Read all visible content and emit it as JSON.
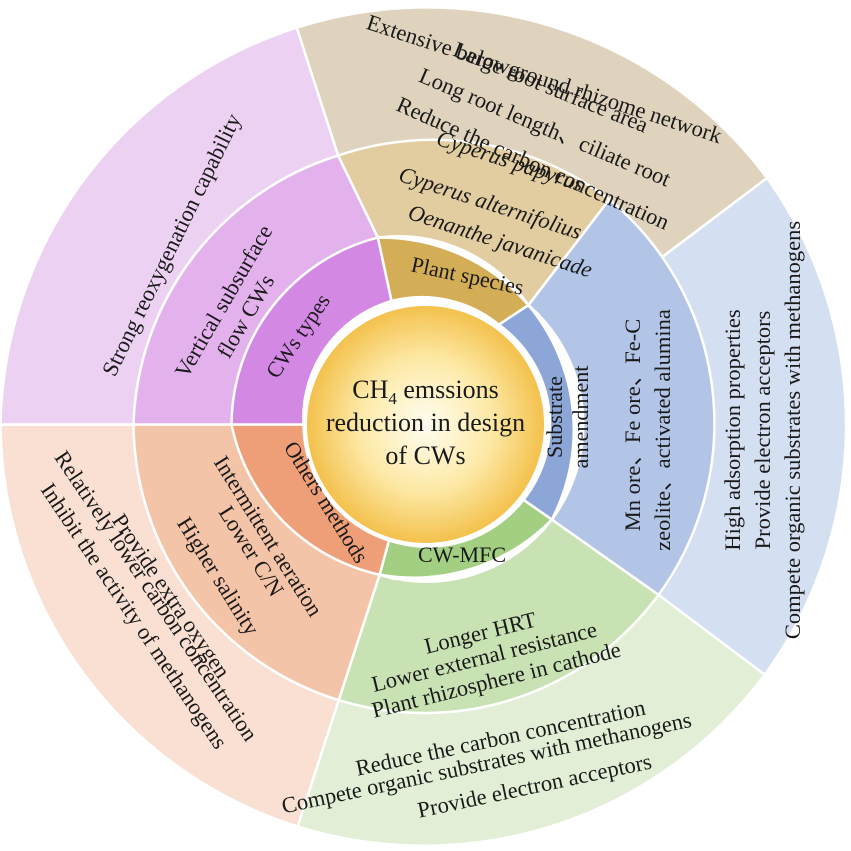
{
  "center": {
    "line1": "CH",
    "sub": "4",
    "line1_rest": " emssions",
    "line2": "reduction in design",
    "line3": "of CWs"
  },
  "sectors": [
    {
      "id": "plant-species",
      "color_inner": "#d4ae57",
      "color_mid": "#e2cda0",
      "color_outer": "#dfd3bd",
      "inner": [
        "Plant species"
      ],
      "mid": [
        "Cyperus papyrus",
        "Cyperus alternifolius",
        "Oenanthe javanicade"
      ],
      "outer": [
        "Extensive belowground rhizome network",
        "Large root surface area",
        "Long root length、ciliate root",
        "Reduce the carbon concentration"
      ]
    },
    {
      "id": "substrate-amendment",
      "color_inner": "#8da6d8",
      "color_mid": "#b3c5e6",
      "color_outer": "#d4dff1",
      "inner": [
        "Substrate",
        "amendment"
      ],
      "mid": [
        "Mn ore、Fe ore、Fe-C",
        "zeolite、activated alumina"
      ],
      "outer": [
        "High adsorption properties",
        "Provide electron acceptors",
        "Compete organic substrates with methanogens"
      ]
    },
    {
      "id": "cw-mfc",
      "color_inner": "#a3cf83",
      "color_mid": "#c9e2b4",
      "color_outer": "#e2efd6",
      "inner": [
        "CW-MFC"
      ],
      "mid": [
        "Longer HRT",
        "Lower external resistance",
        "Plant rhizosphere in cathode"
      ],
      "outer": [
        "Reduce the carbon concentration",
        "Compete organic substrates with methanogens",
        "Provide electron acceptors"
      ]
    },
    {
      "id": "others-methods",
      "color_inner": "#ef9f77",
      "color_mid": "#f4c4a8",
      "color_outer": "#f9e0d2",
      "inner": [
        "Others methods"
      ],
      "mid": [
        "Intermittent aeration",
        "Lower C/N",
        "Higher salinity"
      ],
      "outer": [
        "Provide extra oxygen",
        "Relatively lower carbon concentration",
        "Inhibit the activity of methanogens"
      ]
    },
    {
      "id": "cws-types",
      "color_inner": "#d389e3",
      "color_mid": "#e3b2ed",
      "color_outer": "#ecd1f2",
      "inner": [
        "CWs types"
      ],
      "mid": [
        "Vertical subsurface",
        "flow CWs"
      ],
      "outer": [
        "Strong reoxygenation capability"
      ]
    }
  ]
}
